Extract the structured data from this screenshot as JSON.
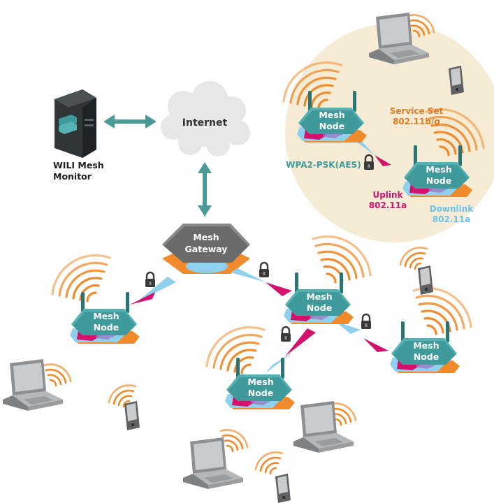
{
  "monitor": {
    "label_line1": "WILI Mesh",
    "label_line2": "Monitor"
  },
  "internet": {
    "label": "Internet"
  },
  "gateway": {
    "line1": "Mesh",
    "line2": "Gateway"
  },
  "node": {
    "line1": "Mesh",
    "line2": "Node"
  },
  "service_set": {
    "title": "Service Set",
    "standard": "802.11b/g",
    "security": "WPA2-PSK(AES)",
    "uplink_label": "Uplink",
    "uplink_standard": "802.11a",
    "downlink_label": "Downlink",
    "downlink_standard": "802.11a"
  },
  "colors": {
    "teal": "#3f9a9c",
    "teal_dark": "#2b7476",
    "gateway_gray": "#6b6b6b",
    "orange": "#f08a2a",
    "light_blue": "#8fd0ee",
    "magenta": "#d4126e",
    "purple": "#9a7cc4",
    "service_bg": "#f6ecd5",
    "cloud": "#e7e7e7",
    "arrow_teal": "#4a9a98",
    "service_orange_text": "#e57a22",
    "security_text": "#3f9a9c",
    "uplink_text": "#d4126e",
    "downlink_text": "#6ac1e8"
  },
  "icons": [
    "server-icon",
    "cloud-icon",
    "laptop-icon",
    "pda-icon",
    "padlock-icon",
    "wifi-waves-icon",
    "antenna-icon"
  ]
}
